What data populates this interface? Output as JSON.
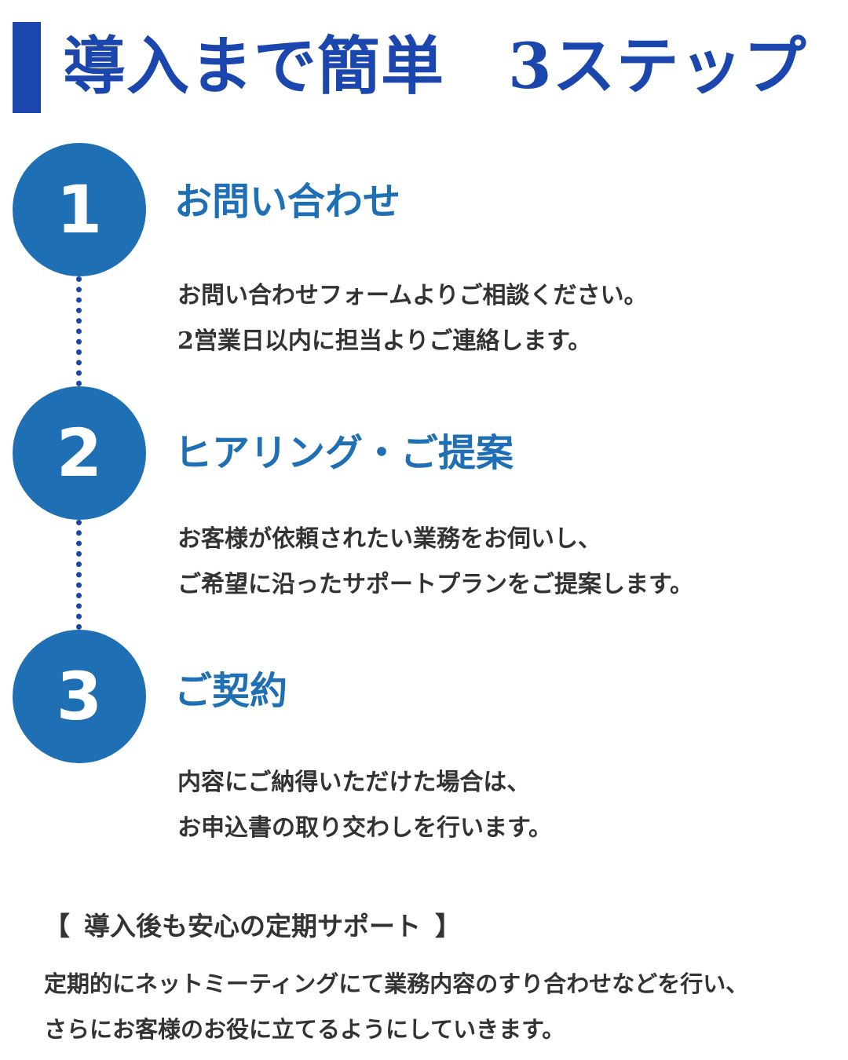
{
  "header": {
    "title": "導入まで簡単　3ステップ"
  },
  "steps": [
    {
      "number": "1",
      "title": "お問い合わせ",
      "lines": [
        "お問い合わせフォームよりご相談ください。",
        "2営業日以内に担当よりご連絡します。"
      ]
    },
    {
      "number": "2",
      "title": "ヒアリング・ご提案",
      "lines": [
        "お客様が依頼されたい業務をお伺いし、",
        "ご希望に沿ったサポートプランをご提案します。"
      ]
    },
    {
      "number": "3",
      "title": "ご契約",
      "lines": [
        "内容にご納得いただけた場合は、",
        "お申込書の取り交わしを行います。"
      ]
    }
  ],
  "support": {
    "bracket_open": "【",
    "heading": "導入後も安心の定期サポート",
    "bracket_close": "】",
    "lines": [
      "定期的にネットミーティングにて業務内容のすり合わせなどを行い、",
      "さらにお客様のお役に立てるようにしていきます。"
    ]
  },
  "colors": {
    "title_blue": "#1a46ad",
    "step_blue": "#1f6fb4",
    "text_dark": "#333333"
  }
}
